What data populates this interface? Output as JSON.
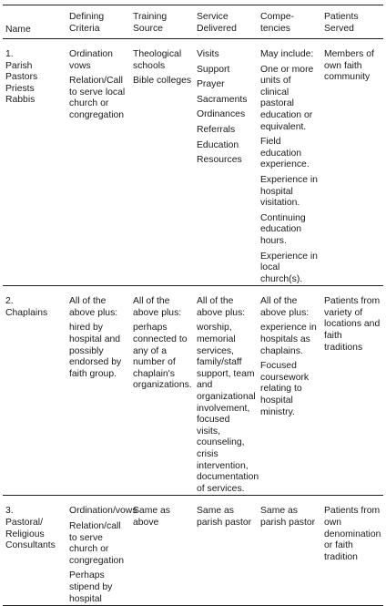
{
  "headers": [
    "Name",
    "Defining Criteria",
    "Training Source",
    "Service Delivered",
    "Compe-tencies",
    "Patients Served"
  ],
  "rows": [
    {
      "name": [
        "1.",
        "Parish Pastors",
        "Priests",
        "Rabbis"
      ],
      "criteria": [
        "Ordination vows",
        "Relation/Call to serve local church or congregation"
      ],
      "training": [
        "Theological schools",
        "Bible colleges"
      ],
      "service": [
        "Visits",
        "Support",
        "Prayer",
        "Sacraments",
        "Ordinances",
        "Referrals",
        "Education",
        "Resources"
      ],
      "competencies": [
        "May include:",
        "One or more units of clinical pastoral education or equivalent.",
        "Field education experience.",
        "Experience in hospital visitation.",
        "Continuing education hours.",
        "Experience in local church(s)."
      ],
      "patients": [
        "Members of own faith community"
      ]
    },
    {
      "name": [
        "2.",
        "Chaplains"
      ],
      "criteria": [
        "All of the above plus:",
        "hired by hospital and possibly endorsed by faith group."
      ],
      "training": [
        "All of the above plus:",
        "perhaps connected to any of a number of chaplain's organizations."
      ],
      "service": [
        "All of the above plus:",
        "worship, memorial services, family/staff support, team and organizational involvement, focused visits, counseling, crisis intervention, documentation of services."
      ],
      "competencies": [
        "All of the above plus:",
        "experience in hospitals as chaplains.",
        "Focused coursework relating to hospital ministry."
      ],
      "patients": [
        "Patients from variety of locations and faith traditions"
      ]
    },
    {
      "name": [
        "3.",
        "Pastoral/ Religious Consultants"
      ],
      "criteria": [
        "Ordination/vows",
        "Relation/call to serve church or congregation",
        "Perhaps stipend by hospital"
      ],
      "training": [
        "Same as above"
      ],
      "service": [
        "Same as parish pastor"
      ],
      "competencies": [
        "Same as parish pastor"
      ],
      "patients": [
        "Patients from own denomination or faith tradition"
      ]
    }
  ]
}
